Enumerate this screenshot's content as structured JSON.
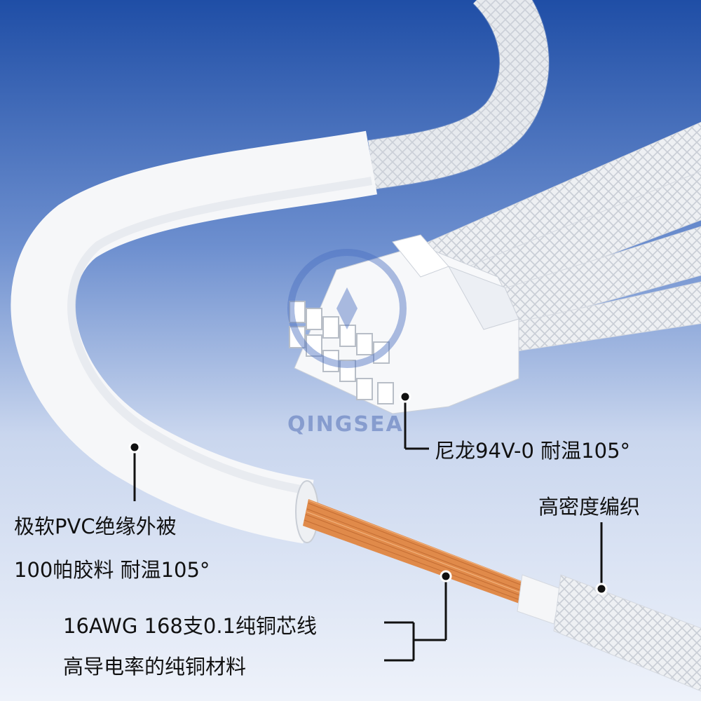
{
  "watermark": {
    "text": "QINGSEA"
  },
  "labels": {
    "connector": "尼龙94V-0 耐温105°",
    "pvc_line1": "极软PVC绝缘外被",
    "pvc_line2": "100帕胶料 耐温105°",
    "braid": "高密度编织",
    "copper_line1": "16AWG 168支0.1纯铜芯线",
    "copper_line2": "高导电率的纯铜材料"
  },
  "colors": {
    "background_top": "#1f4ea6",
    "background_bottom": "#eef2fa",
    "cable_white": "#f4f4f4",
    "copper": "#e08a4a",
    "callout_line": "#111111"
  }
}
